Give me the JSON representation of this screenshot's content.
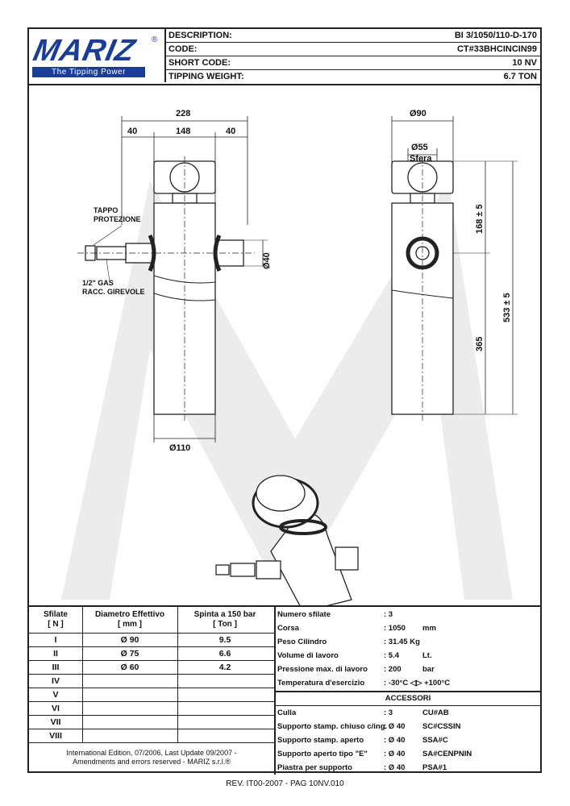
{
  "header": {
    "logo_text": "MARIZ",
    "logo_reg": "®",
    "logo_tagline": "The Tipping Power",
    "rows": [
      {
        "label": "DESCRIPTION:",
        "value": "BI 3/1050/110-D-170"
      },
      {
        "label": "CODE:",
        "value": "CT#33BHCINCIN99"
      },
      {
        "label": "SHORT CODE:",
        "value": "10 NV"
      },
      {
        "label": "TIPPING WEIGHT:",
        "value": "6.7 TON"
      }
    ]
  },
  "drawing": {
    "dim_228": "228",
    "dim_40_left": "40",
    "dim_148": "148",
    "dim_40_right": "40",
    "dim_d90": "Ø90",
    "dim_d55": "Ø55",
    "dim_sfera": "Sfera",
    "dim_d40": "Ø40",
    "dim_d110": "Ø110",
    "dim_168": "168 ± 5",
    "dim_533": "533 ± 5",
    "dim_365": "365",
    "note_tappo_1": "TAPPO",
    "note_tappo_2": "PROTEZIONE",
    "note_gas_1": "1/2\" GAS",
    "note_gas_2": "RACC. GIREVOLE"
  },
  "stages_table": {
    "headers": [
      "Sfilate [N]",
      "Diametro Effettivo [mm]",
      "Spinta a 150 bar [Ton]"
    ],
    "header_lines": [
      [
        "Sfilate",
        "[ N ]"
      ],
      [
        "Diametro Effettivo",
        "[ mm ]"
      ],
      [
        "Spinta a 150 bar",
        "[ Ton ]"
      ]
    ],
    "rows": [
      {
        "n": "I",
        "d": "Ø 90",
        "s": "9.5"
      },
      {
        "n": "II",
        "d": "Ø 75",
        "s": "6.6"
      },
      {
        "n": "III",
        "d": "Ø 60",
        "s": "4.2"
      },
      {
        "n": "IV",
        "d": "",
        "s": ""
      },
      {
        "n": "V",
        "d": "",
        "s": ""
      },
      {
        "n": "VI",
        "d": "",
        "s": ""
      },
      {
        "n": "VII",
        "d": "",
        "s": ""
      },
      {
        "n": "VIII",
        "d": "",
        "s": ""
      }
    ],
    "footnote_1": "International Edition, 07/2006, Last Update 09/2007 -",
    "footnote_2": "Amendments and errors reserved - MARIZ s.r.l.®"
  },
  "specs": [
    {
      "label": "Numero sfilate",
      "value": ": 3",
      "unit": ""
    },
    {
      "label": "Corsa",
      "value": ": 1050",
      "unit": "mm"
    },
    {
      "label": "Peso Cilindro",
      "value": ": 31.45 Kg",
      "unit": ""
    },
    {
      "label": "Volume di lavoro",
      "value": ": 5.4",
      "unit": "Lt."
    },
    {
      "label": "Pressione max. di lavoro",
      "value": ": 200",
      "unit": "bar"
    },
    {
      "label": "Temperatura d'esercizio",
      "value": ": -30°C ◁▷ +100°C",
      "unit": ""
    }
  ],
  "accessori_title": "ACCESSORI",
  "accessori": [
    {
      "label": "Culla",
      "value": ": 3",
      "code": "CU#AB"
    },
    {
      "label": "Supporto stamp. chiuso c/ing.",
      "value": ": Ø 40",
      "code": "SC#CSSIN"
    },
    {
      "label": "Supporto stamp. aperto",
      "value": ": Ø 40",
      "code": "SSA#C"
    },
    {
      "label": "Supporto aperto tipo \"E\"",
      "value": ": Ø 40",
      "code": "SA#CENPNIN"
    },
    {
      "label": "Piastra per supporto",
      "value": ": Ø 40",
      "code": "PSA#1"
    }
  ],
  "revision": "REV. IT00-2007 - PAG 10NV.010",
  "colors": {
    "brand": "#1a3d9a",
    "watermark": "#ececec"
  }
}
